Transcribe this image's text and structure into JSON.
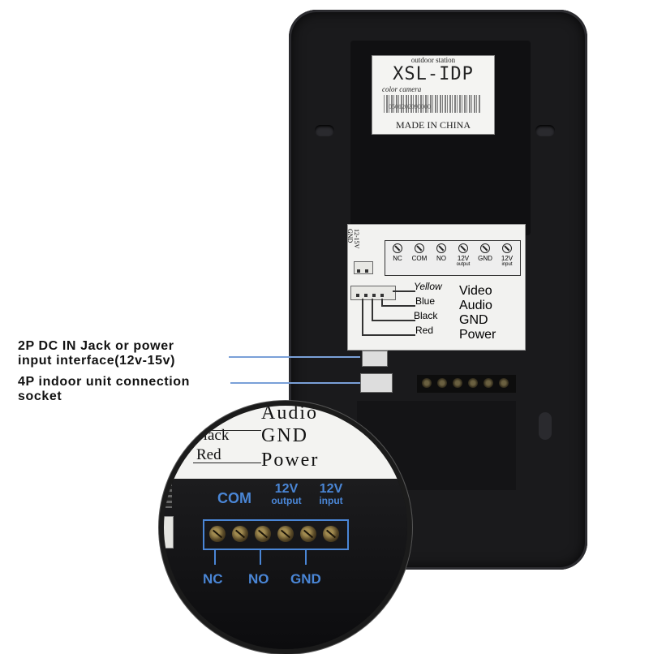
{
  "device": {
    "top_label": {
      "line1": "outdoor station",
      "model": "XSL-IDP",
      "line3": "color camera",
      "barcode_text": "0501202090000",
      "origin": "MADE IN CHINA"
    },
    "panel": {
      "dc_label": "12-15V",
      "gnd_label": "GND",
      "terminals": [
        "NC",
        "COM",
        "NO",
        "12V",
        "GND",
        "12V"
      ],
      "terminal_subs": [
        "",
        "",
        "",
        "output",
        "",
        "input"
      ],
      "wires": [
        {
          "color": "Yellow",
          "signal": "Video"
        },
        {
          "color": "Blue",
          "signal": "Audio"
        },
        {
          "color": "Black",
          "signal": "GND"
        },
        {
          "color": "Red",
          "signal": "Power"
        }
      ]
    }
  },
  "annotations": {
    "dc_jack": {
      "line1": "2P DC IN Jack or power",
      "line2": "input interface(12v-15v)"
    },
    "socket": {
      "line1": "4P indoor unit connection",
      "line2": "socket"
    }
  },
  "magnifier": {
    "label_rows": [
      {
        "color": "",
        "signal": "Audio"
      },
      {
        "color": "Black",
        "signal": "GND"
      },
      {
        "color": "Red",
        "signal": "Power"
      }
    ],
    "top_terminals": [
      {
        "main": "COM",
        "sub": ""
      },
      {
        "main": "12V",
        "sub": "output"
      },
      {
        "main": "12V",
        "sub": "input"
      }
    ],
    "bottom_terminals": [
      "NC",
      "NO",
      "GND"
    ],
    "accent_color": "#4a86d6"
  }
}
